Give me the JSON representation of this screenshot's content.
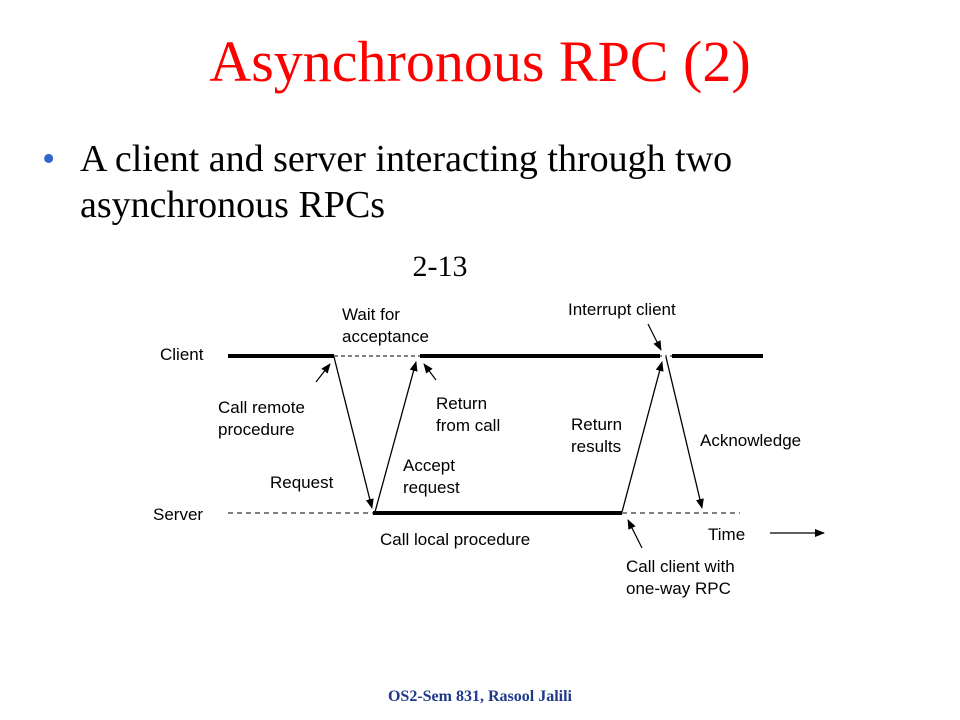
{
  "title": "Asynchronous RPC (2)",
  "bullet": {
    "marker": "•",
    "text": "A client and server interacting through two asynchronous RPCs"
  },
  "figure_number": "2-13",
  "diagram": {
    "lanes": {
      "client": "Client",
      "server": "Server"
    },
    "labels": {
      "wait_for": "Wait for",
      "acceptance": "acceptance",
      "interrupt_client": "Interrupt client",
      "call_remote": "Call remote",
      "procedure": "procedure",
      "return_from_1": "Return",
      "return_from_2": "from call",
      "return_results_1": "Return",
      "return_results_2": "results",
      "acknowledge": "Acknowledge",
      "request": "Request",
      "accept_1": "Accept",
      "accept_2": "request",
      "time": "Time",
      "call_local": "Call local procedure",
      "call_client_1": "Call client with",
      "call_client_2": "one-way RPC"
    }
  },
  "footer": "OS2-Sem 831, Rasool Jalili"
}
